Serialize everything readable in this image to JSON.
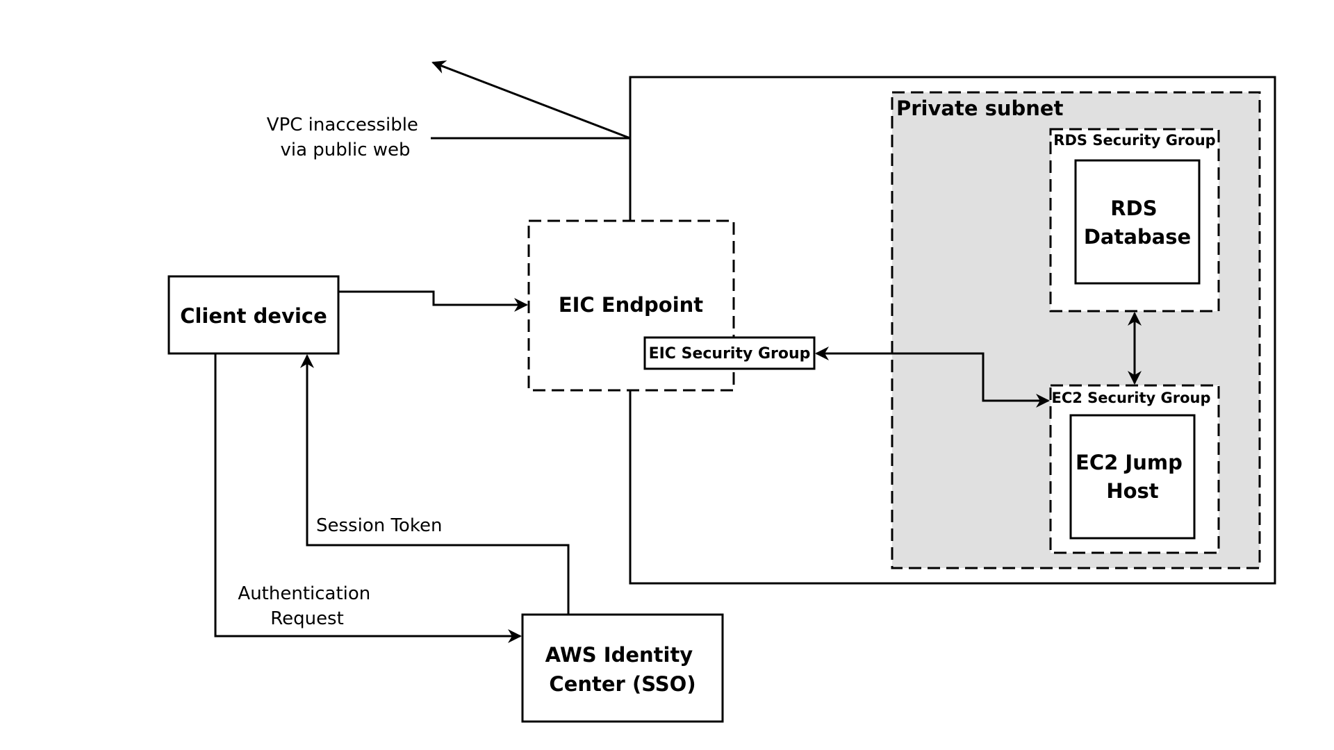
{
  "colors": {
    "stroke": "#000000",
    "subnet_fill": "#e0e0e0",
    "background": "#ffffff"
  },
  "nodes": {
    "client_device": "Client device",
    "eic_endpoint": "EIC Endpoint",
    "eic_security_group": "EIC Security Group",
    "private_subnet": "Private subnet",
    "rds_security_group": "RDS Security Group",
    "rds_database": [
      "RDS",
      "Database"
    ],
    "ec2_security_group": "EC2 Security Group",
    "ec2_jump_host": [
      "EC2 Jump",
      "Host"
    ],
    "identity_center": [
      "AWS Identity",
      "Center (SSO)"
    ]
  },
  "labels": {
    "vpc_note": [
      "VPC inaccessible",
      "via public web"
    ],
    "session_token": "Session Token",
    "auth_request": [
      "Authentication",
      "Request"
    ]
  }
}
